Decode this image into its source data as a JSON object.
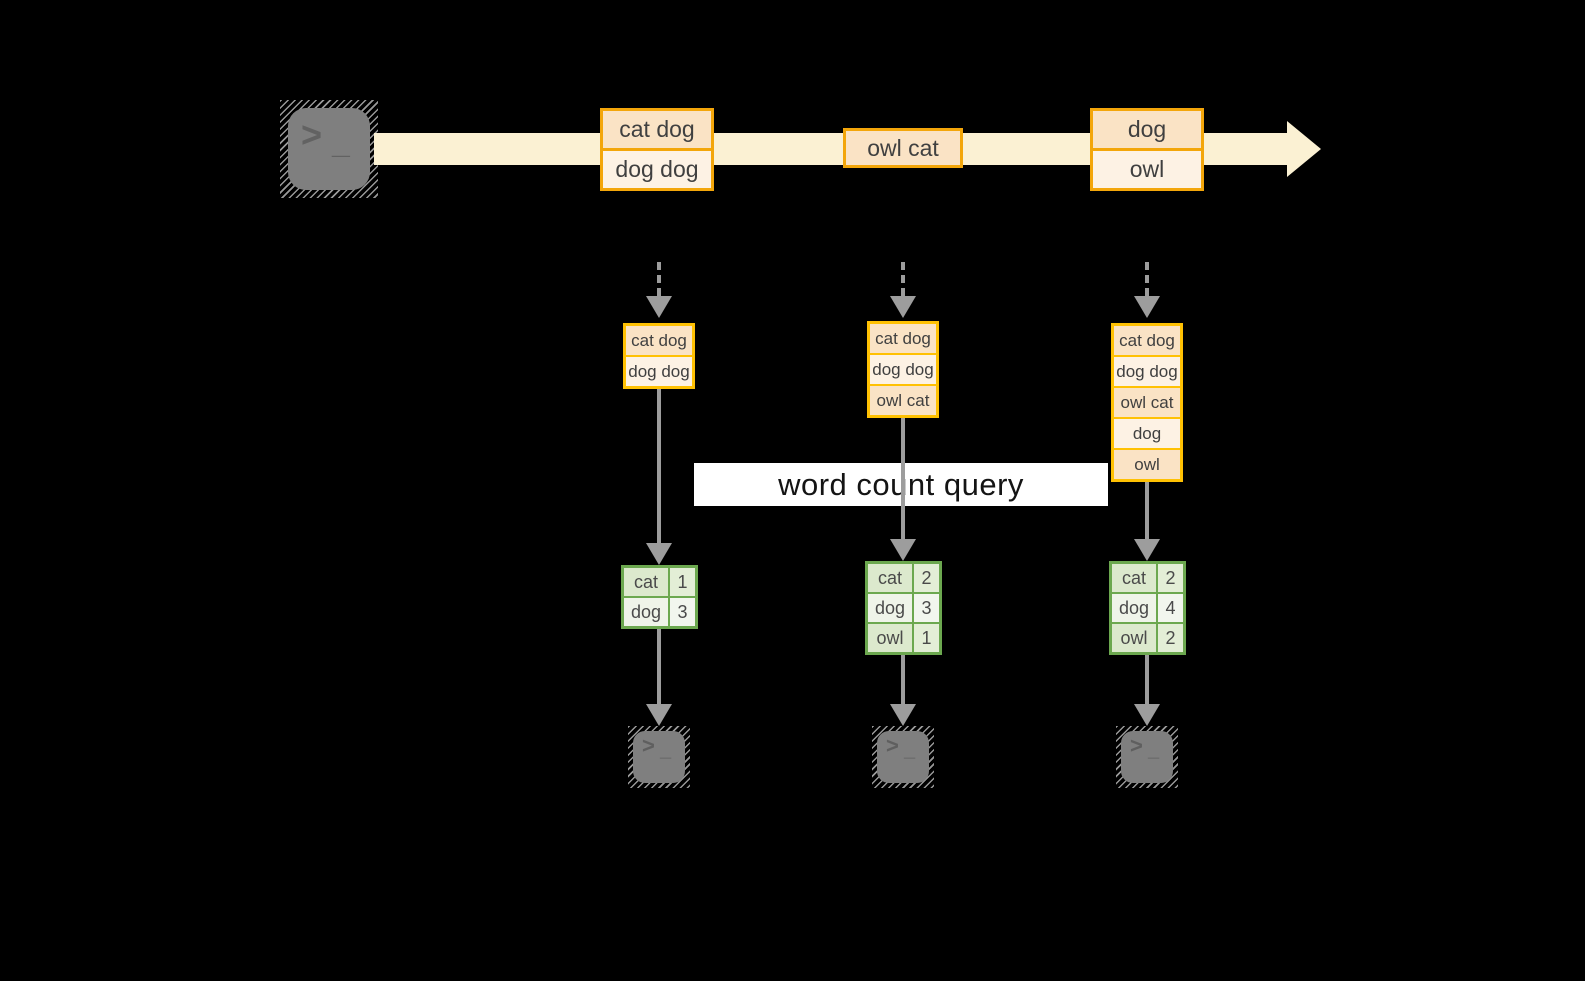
{
  "colors": {
    "background": "#000000",
    "stream_fill": "#FBF1D3",
    "stream_box_border": "#F3A60A",
    "stack_border": "#FFC103",
    "cell_peach_dark": "#FAE3C5",
    "cell_peach_light": "#FDF2E4",
    "table_border": "#6CA84F",
    "table_cell_green": "#DCE9CD",
    "table_cell_pale": "#EFF4E9",
    "arrow_gray": "#9D9D9D",
    "terminal_gray": "#7F7F7F",
    "label_bg": "#FFFFFF",
    "text": "#404040"
  },
  "terminal_glyph": {
    "chevron": ">",
    "underscore": "_"
  },
  "stream": {
    "batches": [
      {
        "items": [
          "cat dog",
          "dog dog"
        ]
      },
      {
        "items": [
          "owl cat"
        ]
      },
      {
        "items": [
          "dog",
          "owl"
        ]
      }
    ]
  },
  "query_label": "word count query",
  "columns": [
    {
      "micro_batch": [
        "cat dog",
        "dog dog"
      ],
      "result": {
        "rows": [
          {
            "word": "cat",
            "count": "1"
          },
          {
            "word": "dog",
            "count": "3"
          }
        ]
      }
    },
    {
      "micro_batch": [
        "cat dog",
        "dog dog",
        "owl cat"
      ],
      "result": {
        "rows": [
          {
            "word": "cat",
            "count": "2"
          },
          {
            "word": "dog",
            "count": "3"
          },
          {
            "word": "owl",
            "count": "1"
          }
        ]
      }
    },
    {
      "micro_batch": [
        "cat dog",
        "dog dog",
        "owl cat",
        "dog",
        "owl"
      ],
      "result": {
        "rows": [
          {
            "word": "cat",
            "count": "2"
          },
          {
            "word": "dog",
            "count": "4"
          },
          {
            "word": "owl",
            "count": "2"
          }
        ]
      }
    }
  ]
}
